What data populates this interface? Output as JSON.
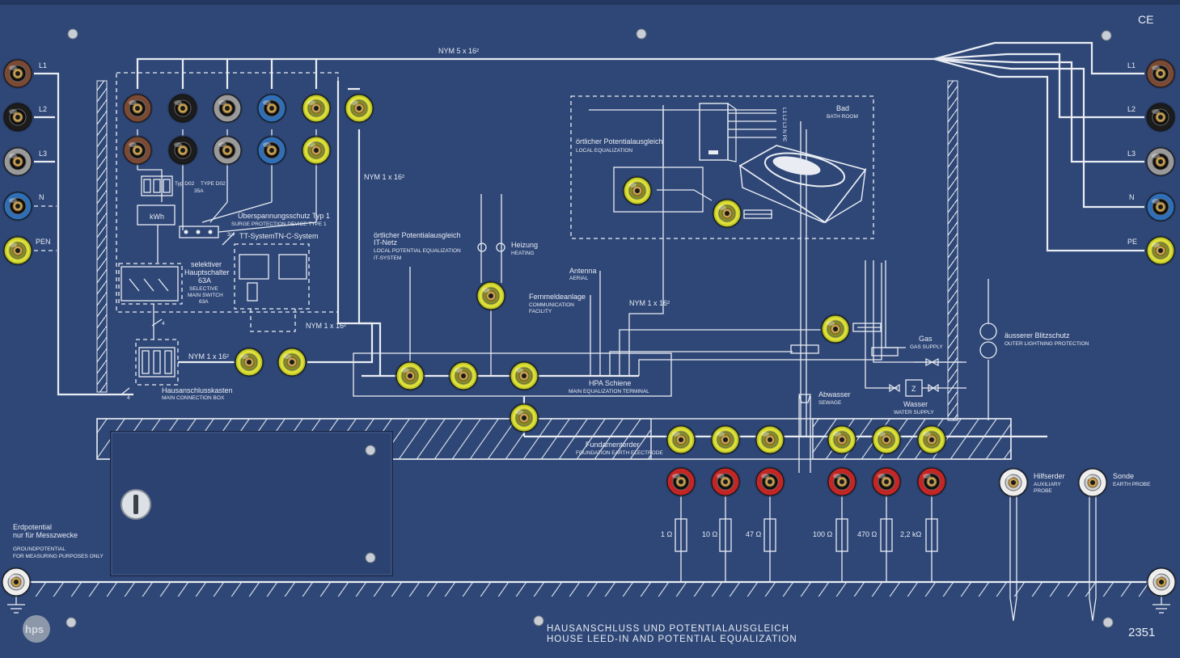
{
  "panel": {
    "model": "2351",
    "ce": "CE",
    "logo": "hps",
    "title_de": "HAUSANSCHLUSS UND POTENTIALAUSGLEICH",
    "title_en": "HOUSE LEED-IN AND POTENTIAL EQUALIZATION"
  },
  "left_terminals": [
    "L1",
    "L2",
    "L3",
    "N",
    "PEN"
  ],
  "right_terminals": [
    "L1",
    "L2",
    "L3",
    "N",
    "PE"
  ],
  "cables": {
    "top": "NYM 5 x 16²",
    "c1": "NYM 1 x 16²",
    "c2": "NYM 1 x 16²",
    "c3": "NYM 1 x 16²",
    "c4": "NYM 1 x 16²"
  },
  "labels": {
    "typ_d02": "Typ D02",
    "type_d02": "TYPE D02",
    "fuse_35a": "35A",
    "kwh": "kWh",
    "spd_de": "Überspannungsschutz Typ 1",
    "spd_en": "SURGE PROTECTION DEVICE TYPE 1",
    "tt": "TT-System",
    "tnc": "TN-C-System",
    "three_four": "3/4",
    "four_a": "4",
    "four_b": "4",
    "sel_de1": "selektiver",
    "sel_de2": "Hauptschalter",
    "sel_amp": "63A",
    "sel_en1": "SELECTIVE",
    "sel_en2": "MAIN SWITCH",
    "sel_en3": "63A",
    "hak_de": "Hausanschlusskasten",
    "hak_en": "MAIN CONNECTION BOX",
    "it_de1": "örtlicher Potentialausgleich",
    "it_de2": "IT-Netz",
    "it_en1": "LOCAL POTENTIAL EQUALIZATION",
    "it_en2": "IT-SYSTEM",
    "heat_de": "Heizung",
    "heat_en": "HEATING",
    "ant_de": "Antenna",
    "ant_en": "AERIAL",
    "com_de": "Fernmeldeanlage",
    "com_en1": "COMMUNICATION",
    "com_en2": "FACILITY",
    "hpa_de": "HPA Schiene",
    "hpa_en": "MAIN EQUALIZATION TERMINAL",
    "bad_de": "Bad",
    "bad_en": "BATH ROOM",
    "loc_de": "örtlicher Potentialausgleich",
    "loc_en": "LOCAL EQUALIZATION",
    "lnpe": "L1 L2 L3 N PE",
    "gas_de": "Gas",
    "gas_en": "GAS SUPPLY",
    "water_de": "Wasser",
    "water_en": "WATER SUPPLY",
    "meter_z": "Z",
    "sew_de": "Abwasser",
    "sew_en": "SEWAGE",
    "light_de": "äusserer Blitzschutz",
    "light_en": "OUTER LIGHTNING PROTECTION",
    "found_de": "Fundamenterder",
    "found_en": "FOUNDATION EARTH ELECTRODE",
    "hilf_de": "Hilfserder",
    "hilf_en1": "AUXILIARY",
    "hilf_en2": "PROBE",
    "sonde_de": "Sonde",
    "sonde_en": "EARTH PROBE",
    "erd_de1": "Erdpotential",
    "erd_de2": "nur für Messzwecke",
    "erd_en1": "GROUNDPOTENTIAL",
    "erd_en2": "FOR MEASURING PURPOSES ONLY"
  },
  "resistors": [
    "1 Ω",
    "10 Ω",
    "47 Ω",
    "100 Ω",
    "470 Ω",
    "2,2 kΩ"
  ],
  "colors": {
    "panel": "#2f4777",
    "line": "#e9edf3",
    "brown": "#7a4a34",
    "black": "#1c1c1c",
    "grey": "#9a9a9a",
    "blue": "#2f6fb8",
    "green_yellow": "#b9c427",
    "red": "#c42626",
    "white": "#eeeeee"
  }
}
